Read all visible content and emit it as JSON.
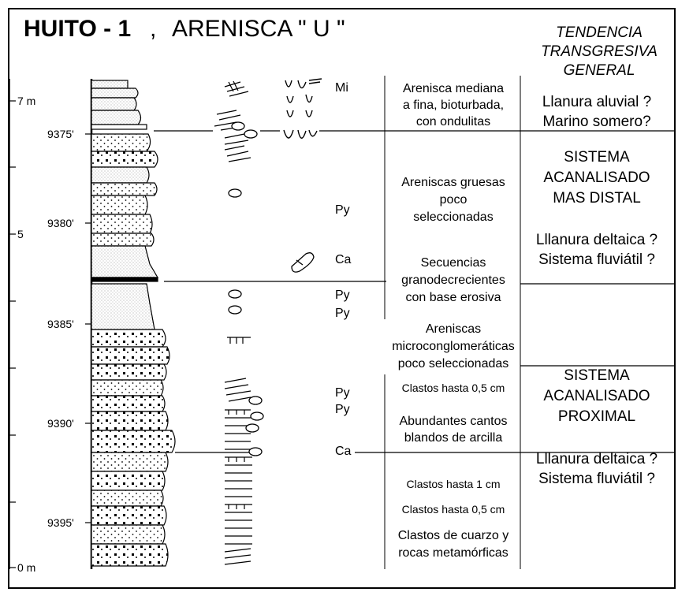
{
  "title": {
    "well": "HUITO - 1",
    "sep": ",",
    "formation": "ARENISCA \" U \""
  },
  "trend_header": [
    "TENDENCIA",
    "TRANSGRESIVA",
    "GENERAL"
  ],
  "meter_labels": [
    "7 m",
    "5",
    "0 m"
  ],
  "depth_labels": [
    "9375'",
    "9380'",
    "9385'",
    "9390'",
    "9395'"
  ],
  "mineral_codes": [
    "Mi",
    "Py",
    "Ca",
    "Py",
    "Py",
    "Py",
    "Py",
    "Ca"
  ],
  "descriptions": {
    "d1": [
      "Arenisca mediana",
      "a fina, bioturbada,",
      "con ondulitas"
    ],
    "d2": [
      "Areniscas gruesas",
      "poco",
      "seleccionadas"
    ],
    "d3": [
      "Secuencias",
      "granodecrecientes",
      "con base erosiva"
    ],
    "d4": [
      "Areniscas",
      "microconglomeráticas",
      "poco seleccionadas"
    ],
    "d5": "Clastos hasta 0,5 cm",
    "d6": [
      "Abundantes cantos",
      "blandos de arcilla"
    ],
    "d7": "Clastos hasta 1 cm",
    "d8": "Clastos hasta 0,5 cm",
    "d9": [
      "Clastos de cuarzo y",
      "rocas metamórficas"
    ]
  },
  "interpretation": {
    "i1": [
      "Llanura aluvial ?",
      "Marino somero?"
    ],
    "i2": [
      "SISTEMA",
      "ACANALISADO",
      "MAS DISTAL"
    ],
    "i3": [
      "Lllanura deltaica ?",
      "Sistema fluviátil ?"
    ],
    "i4": [
      "SISTEMA",
      "ACANALISADO",
      "PROXIMAL"
    ],
    "i5": [
      "Lllanura deltaica ?",
      "Sistema fluviátil ?"
    ]
  },
  "legend_icons": [
    "ripple-lamination-icon",
    "burrow-icon",
    "clay-clast-icon",
    "fossil-fragment-icon"
  ]
}
